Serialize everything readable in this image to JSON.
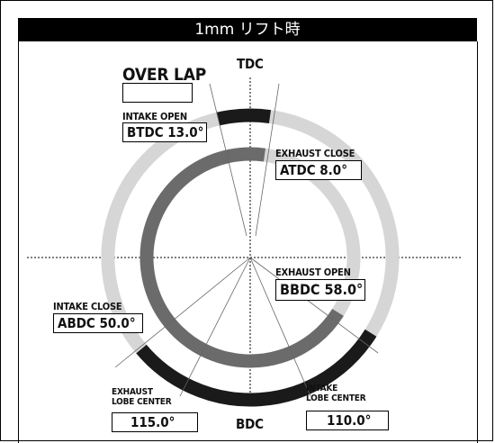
{
  "title": "1mm リフト時",
  "overlap": {
    "label": "OVER LAP",
    "value": ""
  },
  "tdc_label": "TDC",
  "bdc_label": "BDC",
  "intake_open": {
    "label": "INTAKE OPEN",
    "value": "BTDC 13.0°"
  },
  "exhaust_close": {
    "label": "EXHAUST CLOSE",
    "value": "ATDC 8.0°"
  },
  "exhaust_open": {
    "label": "EXHAUST OPEN",
    "value": "BBDC 58.0°"
  },
  "intake_close": {
    "label": "INTAKE CLOSE",
    "value": "ABDC 50.0°"
  },
  "exhaust_lobe_center": {
    "label_line1": "EXHAUST",
    "label_line2": "LOBE CENTER",
    "value": "115.0°"
  },
  "intake_lobe_center": {
    "label_line1": "INTAKE",
    "label_line2": "LOBE CENTER",
    "value": "110.0°"
  },
  "colors": {
    "outer_ring": "#1a1a1a",
    "inner_ring": "#6b6b6b",
    "light_ring": "#d6d6d6"
  }
}
